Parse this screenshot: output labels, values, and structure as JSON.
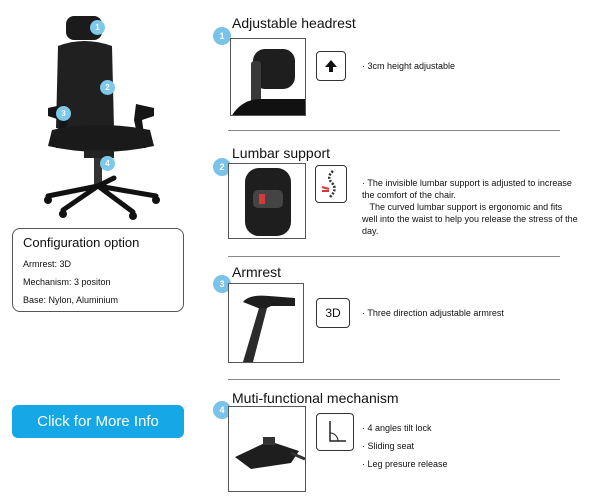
{
  "hero": {
    "pins": [
      "1",
      "2",
      "3",
      "4"
    ]
  },
  "config": {
    "title": "Configuration option",
    "lines": [
      "Armrest: 3D",
      "Mechanism:  3 positon",
      "Base: Nylon, Aluminium"
    ]
  },
  "cta": {
    "label": "Click for More Info"
  },
  "sections": [
    {
      "number": "1",
      "title": "Adjustable headrest",
      "icon": "up-arrow-icon",
      "desc": [
        "·  3cm height adjustable"
      ]
    },
    {
      "number": "2",
      "title": "Lumbar support",
      "icon": "spine-icon",
      "desc": [
        "·  The invisible lumbar support is adjusted to increase the comfort of the chair.",
        "   The curved lumbar support is ergonomic and fits well into the waist to help you release the stress of the day."
      ]
    },
    {
      "number": "3",
      "title": "Armrest",
      "icon_text": "3D",
      "desc": [
        "·  Three direction adjustable armrest"
      ]
    },
    {
      "number": "4",
      "title": "Muti-functional mechanism",
      "icon": "tilt-angle-icon",
      "desc": [
        "·  4 angles tilt lock",
        "·  Sliding seat",
        "·  Leg presure release"
      ]
    }
  ]
}
